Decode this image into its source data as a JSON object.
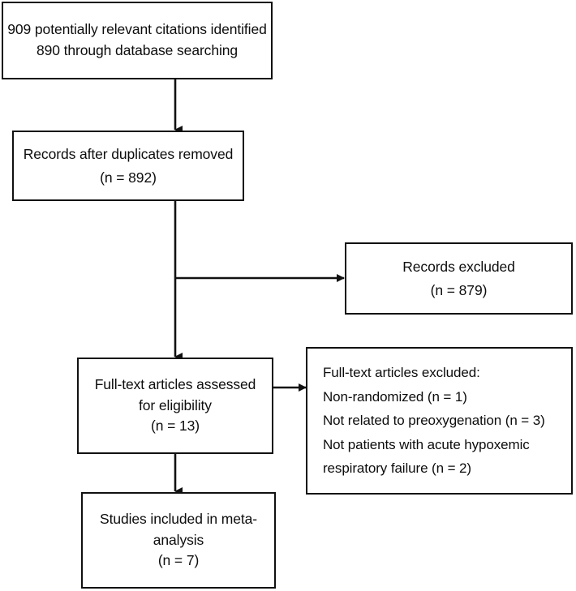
{
  "diagram": {
    "type": "prisma-flow-diagram",
    "title": "PRISMA study selection flow diagram",
    "stroke_color": "#111111",
    "background_color": "#ffffff",
    "text_color": "#0d0d0d",
    "nodes": {
      "identification": {
        "name": "identification-box",
        "lines": [
          "909 potentially relevant citations identified",
          "890 through database searching"
        ]
      },
      "deduplicated": {
        "name": "records-after-duplicates-removed-box",
        "lines": [
          "Records after duplicates removed",
          "(n = 892)"
        ]
      },
      "records_excluded": {
        "name": "records-excluded-box",
        "lines": [
          "Records excluded",
          "(n = 879)"
        ]
      },
      "fulltext_assessed": {
        "name": "full-text-articles-assessed-box",
        "lines": [
          "Full-text articles assessed",
          "for eligibility",
          "(n = 13)"
        ]
      },
      "fulltext_excluded": {
        "name": "full-text-articles-excluded-box",
        "lines": [
          "Full-text articles excluded:",
          "Non-randomized (n = 1)",
          "Not related to preoxygenation (n = 3)",
          "Not patients with acute hypoxemic",
          "respiratory failure (n = 2)"
        ]
      },
      "included": {
        "name": "studies-included-box",
        "lines": [
          "Studies included in meta-",
          "analysis",
          "(n = 7)"
        ]
      }
    },
    "counts": {
      "citations_identified": 909,
      "through_database_searching": 890,
      "records_after_duplicates_removed": 892,
      "records_excluded": 879,
      "fulltext_assessed": 13,
      "excluded_non_randomized": 1,
      "excluded_not_related_to_preoxygenation": 3,
      "excluded_not_acute_hypoxemic_respiratory_failure": 2,
      "studies_included_in_meta_analysis": 7
    },
    "connectors": [
      {
        "name": "arrow-identification-to-deduplicated",
        "from": "identification",
        "to": "deduplicated",
        "direction": "down"
      },
      {
        "name": "arrow-deduplicated-to-records-excluded",
        "from": "deduplicated",
        "to": "records_excluded",
        "direction": "right"
      },
      {
        "name": "arrow-deduplicated-to-fulltext-assessed",
        "from": "deduplicated",
        "to": "fulltext_assessed",
        "direction": "down"
      },
      {
        "name": "arrow-fulltext-assessed-to-fulltext-excluded",
        "from": "fulltext_assessed",
        "to": "fulltext_excluded",
        "direction": "right"
      },
      {
        "name": "arrow-fulltext-assessed-to-included",
        "from": "fulltext_assessed",
        "to": "included",
        "direction": "down"
      }
    ]
  }
}
